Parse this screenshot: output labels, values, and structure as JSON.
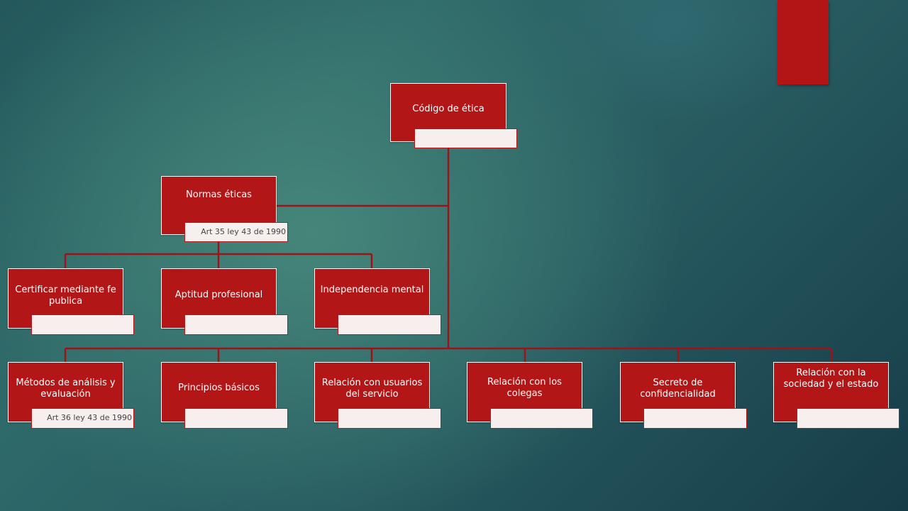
{
  "colors": {
    "node_fill": "#b21617",
    "note_fill": "#f7eeee",
    "connector": "#9b1518",
    "accent_bar": "#b31517"
  },
  "diagram": {
    "root": {
      "label": "Código de ética",
      "note": ""
    },
    "level1": [
      {
        "label": "Normas éticas",
        "note": "Art 35 ley 43 de 1990"
      }
    ],
    "level2_normas": [
      {
        "label": "Certificar mediante fe publica",
        "note": ""
      },
      {
        "label": "Aptitud profesional",
        "note": ""
      },
      {
        "label": "Independencia mental",
        "note": ""
      }
    ],
    "level3": [
      {
        "label": "Métodos de análisis y evaluación",
        "note": "Art 36 ley 43 de 1990"
      },
      {
        "label": "Principios básicos",
        "note": ""
      },
      {
        "label": "Relación con usuarios del servicio",
        "note": ""
      },
      {
        "label": "Relación con los colegas",
        "note": ""
      },
      {
        "label": "Secreto de confidencialidad",
        "note": ""
      },
      {
        "label": "Relación con la sociedad y el estado",
        "note": ""
      }
    ]
  }
}
